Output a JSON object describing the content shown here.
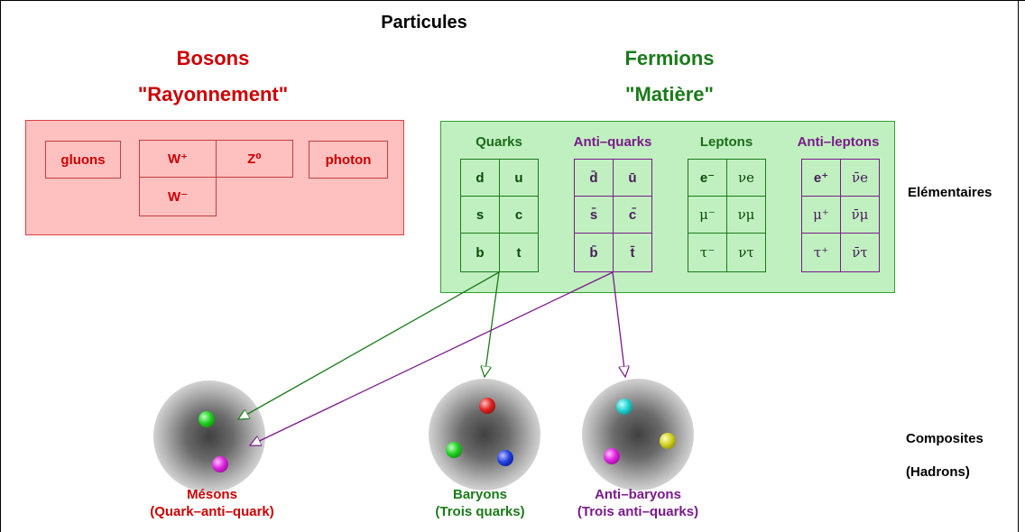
{
  "title": "Particules",
  "bosons": {
    "heading": "Bosons",
    "subheading": "\"Rayonnement\"",
    "gluons": "gluons",
    "w_plus": "W⁺",
    "z0": "Z⁰",
    "w_minus": "W⁻",
    "photon": "photon"
  },
  "fermions": {
    "heading": "Fermions",
    "subheading": "\"Matière\"",
    "quarks_label": "Quarks",
    "antiquarks_label": "Anti–quarks",
    "leptons_label": "Leptons",
    "antileptons_label": "Anti–leptons",
    "quarks": [
      "d",
      "u",
      "s",
      "c",
      "b",
      "t"
    ],
    "antiquarks": [
      "d̄",
      "ū",
      "s̄",
      "c̄",
      "b̄",
      "t̄"
    ],
    "leptons": [
      "e⁻",
      "νe",
      "μ⁻",
      "νμ",
      "τ⁻",
      "ντ"
    ],
    "antileptons": [
      "e⁺",
      "ν̄e",
      "μ⁺",
      "ν̄μ",
      "τ⁺",
      "ν̄τ"
    ]
  },
  "side_labels": {
    "elementary": "Elémentaires",
    "composite": "Composites",
    "hadrons": "(Hadrons)"
  },
  "hadrons": {
    "mesons": {
      "name": "Mésons",
      "desc": "(Quark–anti–quark)"
    },
    "baryons": {
      "name": "Baryons",
      "desc": "(Trois quarks)"
    },
    "antibaryons": {
      "name": "Anti–baryons",
      "desc": "(Trois anti–quarks)"
    }
  },
  "colors": {
    "boson_red": "#cc0000",
    "fermion_green": "#1a7a1a",
    "anti_purple": "#7a1a8a"
  }
}
